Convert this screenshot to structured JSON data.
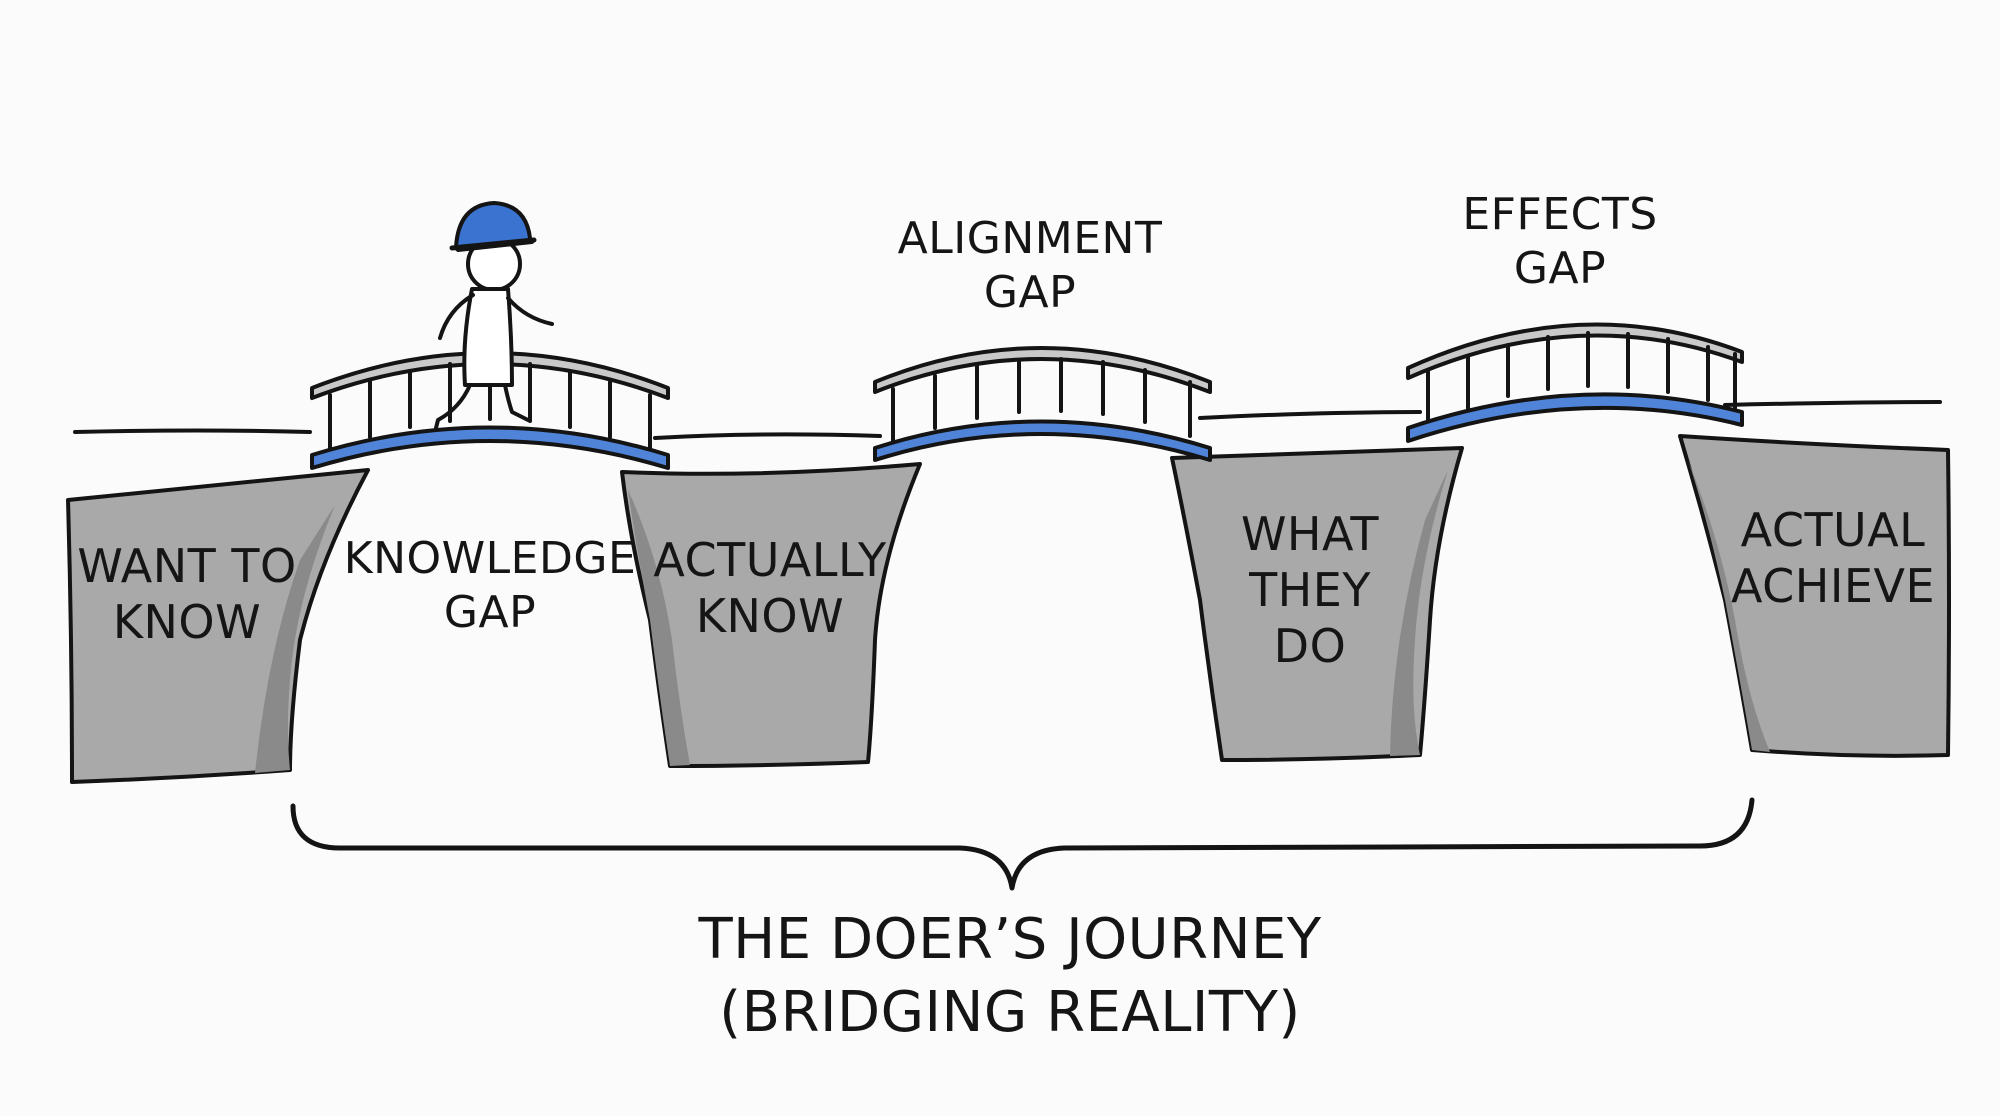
{
  "colors": {
    "rock": "#a9a9a9",
    "rock_shadow": "#8a8a8a",
    "outline": "#141414",
    "bridge_deck": "#4f84d8",
    "rail": "#c9c9c9",
    "helmet": "#3b73d1",
    "background": "#fbfbfb"
  },
  "pillars": [
    {
      "label": "WANT TO\nKNOW"
    },
    {
      "label": "ACTUALLY\nKNOW"
    },
    {
      "label": "WHAT\nTHEY\nDO"
    },
    {
      "label": "ACTUAL\nACHIEVE"
    }
  ],
  "gaps": [
    {
      "label": "KNOWLEDGE\nGAP"
    },
    {
      "label": "ALIGNMENT\nGAP"
    },
    {
      "label": "EFFECTS\nGAP"
    }
  ],
  "figure": {
    "icon": "hard-hat-worker-icon"
  },
  "brace": {
    "icon": "curly-brace-icon"
  },
  "caption": {
    "line1": "THE DOER’S JOURNEY",
    "line2": "(BRIDGING REALITY)"
  }
}
